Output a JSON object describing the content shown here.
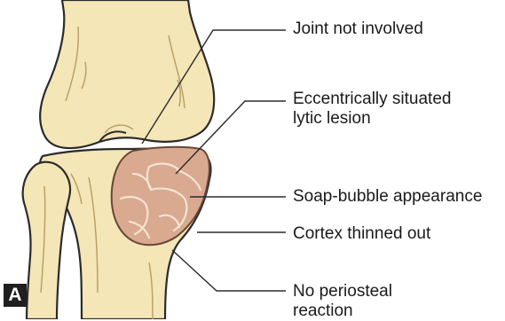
{
  "panel_letter": "A",
  "labels": {
    "joint": "Joint not involved",
    "lytic": [
      "Eccentrically situated",
      "lytic lesion"
    ],
    "soap": "Soap-bubble appearance",
    "cortex": "Cortex thinned out",
    "periosteal": [
      "No periosteal",
      "reaction"
    ]
  },
  "colors": {
    "bone_fill": "#f4e6b6",
    "bone_outline": "#2b2b2b",
    "lesion_fill": "#d9aa90",
    "lesion_outline": "#6a4638",
    "leader_line": "#2b2b2b"
  }
}
